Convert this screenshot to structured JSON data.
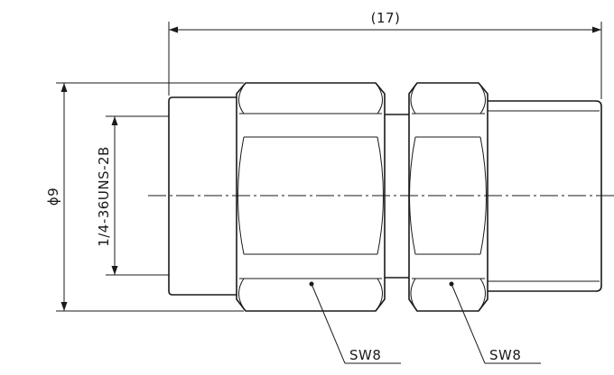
{
  "dimensions": {
    "overall_length": "(17)",
    "outer_diameter": "ϕ9",
    "thread": "1/4-36UNS-2B"
  },
  "callouts": {
    "wrench_left": "SW8",
    "wrench_right": "SW8"
  }
}
